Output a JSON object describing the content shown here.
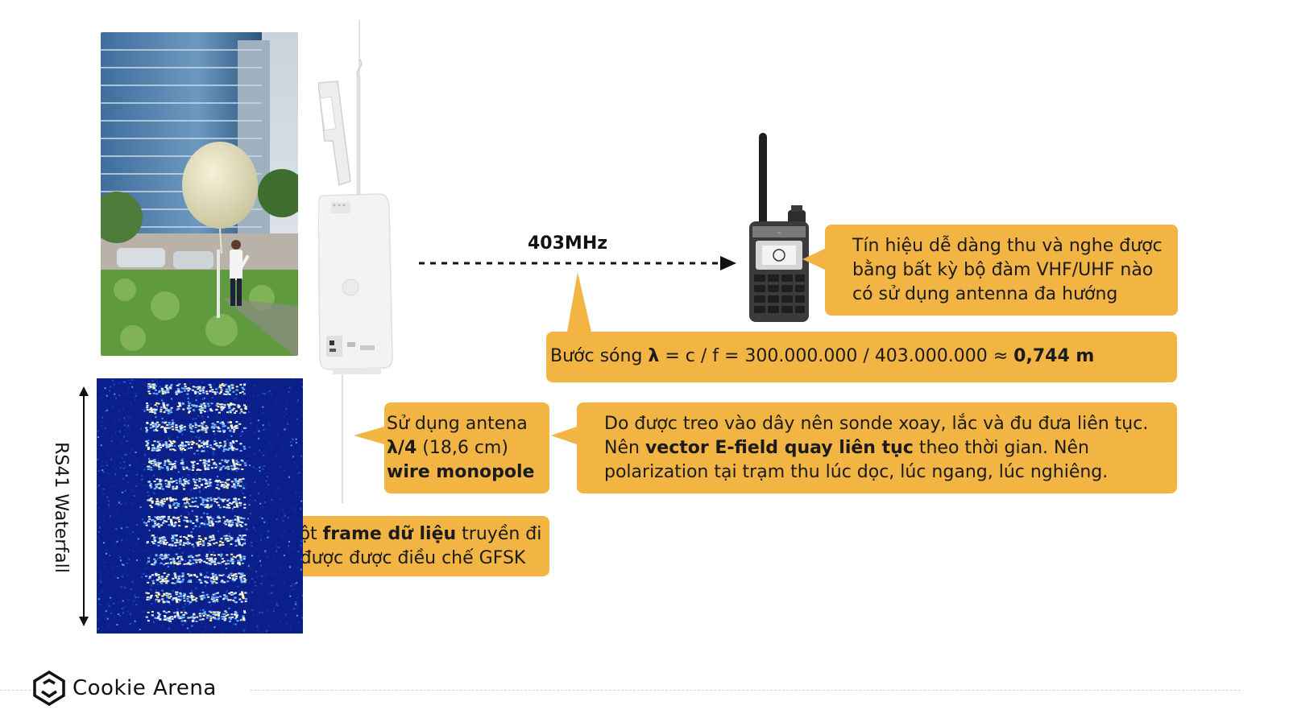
{
  "link": {
    "frequency": "403MHz"
  },
  "callouts": {
    "radio": {
      "line1": "Tín hiệu dễ dàng thu và nghe được",
      "line2": "bằng bất kỳ bộ đàm VHF/UHF nào",
      "line3": "có sử dụng antenna đa hướng"
    },
    "wavelength": {
      "prefix": "Bước sóng ",
      "symbol": "λ",
      "formula": " = c / f = 300.000.000 / 403.000.000 ≈ ",
      "result": "0,744 m"
    },
    "antenna": {
      "line1": "Sử dụng antena",
      "line2_bold": "λ/4",
      "line2_rest": " (18,6 cm)",
      "line3_bold": "wire monopole"
    },
    "polarization": {
      "line1": "Do được treo vào dây nên sonde xoay, lắc và đu đưa liên tục.",
      "line2_pre": "Nên ",
      "line2_bold": "vector E-field quay liên tục",
      "line2_post": " theo thời gian. Nên",
      "line3": "polarization tại trạm thu lúc dọc, lúc ngang, lúc nghiêng."
    },
    "frame": {
      "line1_pre": "Một ",
      "line1_bold": "frame dữ liệu",
      "line1_post": " truyền đi",
      "line2": "được được điều chế GFSK"
    }
  },
  "waterfall": {
    "label": "RS41 Waterfall"
  },
  "footer": {
    "brand": "Cookie Arena"
  },
  "colors": {
    "callout": "#f2b544",
    "waterfall_bg": "#0a1f8a",
    "dark": "#111111"
  }
}
